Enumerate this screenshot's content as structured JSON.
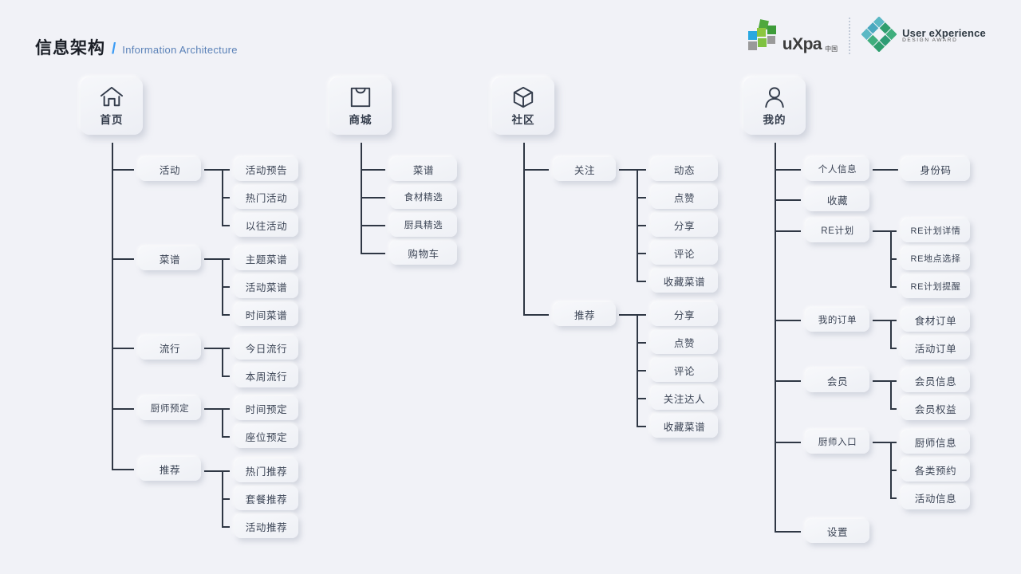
{
  "header": {
    "title_cn": "信息架构",
    "separator": "/",
    "title_en": "Information Architecture",
    "logo_uxpa_word": "uXpa",
    "logo_uxpa_cn": "中国",
    "logo_uxda_line1": "User eXperience",
    "logo_uxda_line2": "DESIGN   AWARD"
  },
  "colors": {
    "background": "#f1f2f7",
    "accent": "#3a9bf5",
    "subtitle": "#5b82b8",
    "line": "#2f3744",
    "text": "#3b4455"
  },
  "columns": [
    {
      "root": {
        "label": "首页",
        "icon": "home-icon"
      },
      "children": [
        {
          "label": "活动",
          "children": [
            {
              "label": "活动预告"
            },
            {
              "label": "热门活动"
            },
            {
              "label": "以往活动"
            }
          ]
        },
        {
          "label": "菜谱",
          "children": [
            {
              "label": "主题菜谱"
            },
            {
              "label": "活动菜谱"
            },
            {
              "label": "时间菜谱"
            }
          ]
        },
        {
          "label": "流行",
          "children": [
            {
              "label": "今日流行"
            },
            {
              "label": "本周流行"
            }
          ]
        },
        {
          "label": "厨师预定",
          "children": [
            {
              "label": "时间预定"
            },
            {
              "label": "座位预定"
            }
          ]
        },
        {
          "label": "推荐",
          "children": [
            {
              "label": "热门推荐"
            },
            {
              "label": "套餐推荐"
            },
            {
              "label": "活动推荐"
            }
          ]
        }
      ]
    },
    {
      "root": {
        "label": "商城",
        "icon": "shopping-bag-icon"
      },
      "children": [
        {
          "label": "菜谱",
          "children": []
        },
        {
          "label": "食材精选",
          "children": []
        },
        {
          "label": "厨具精选",
          "children": []
        },
        {
          "label": "购物车",
          "children": []
        }
      ]
    },
    {
      "root": {
        "label": "社区",
        "icon": "cube-hexagon-icon"
      },
      "children": [
        {
          "label": "关注",
          "children": [
            {
              "label": "动态"
            },
            {
              "label": "点赞"
            },
            {
              "label": "分享"
            },
            {
              "label": "评论"
            },
            {
              "label": "收藏菜谱"
            }
          ]
        },
        {
          "label": "推荐",
          "children": [
            {
              "label": "分享"
            },
            {
              "label": "点赞"
            },
            {
              "label": "评论"
            },
            {
              "label": "关注达人"
            },
            {
              "label": "收藏菜谱"
            }
          ]
        }
      ]
    },
    {
      "root": {
        "label": "我的",
        "icon": "user-icon"
      },
      "children": [
        {
          "label": "个人信息",
          "children": [
            {
              "label": "身份码"
            }
          ]
        },
        {
          "label": "收藏",
          "children": []
        },
        {
          "label": "RE计划",
          "children": [
            {
              "label": "RE计划详情"
            },
            {
              "label": "RE地点选择"
            },
            {
              "label": "RE计划提醒"
            }
          ]
        },
        {
          "label": "我的订单",
          "children": [
            {
              "label": "食材订单"
            },
            {
              "label": "活动订单"
            }
          ]
        },
        {
          "label": "会员",
          "children": [
            {
              "label": "会员信息"
            },
            {
              "label": "会员权益"
            }
          ]
        },
        {
          "label": "厨师入口",
          "children": [
            {
              "label": "厨师信息"
            },
            {
              "label": "各类预约"
            },
            {
              "label": "活动信息"
            }
          ]
        },
        {
          "label": "设置",
          "children": []
        }
      ]
    }
  ]
}
